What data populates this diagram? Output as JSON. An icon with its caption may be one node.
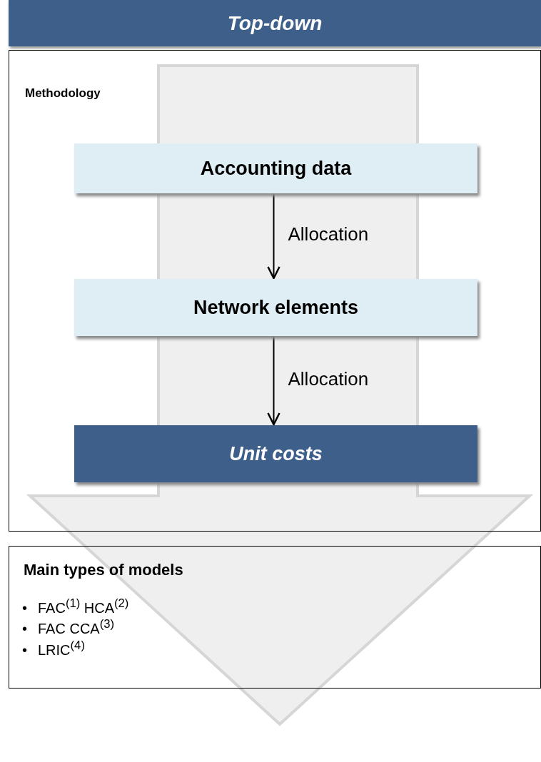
{
  "diagram": {
    "nodes": [
      {
        "text": [
          "Top-down"
        ]
      },
      {
        "text": [
          "Methodology"
        ]
      },
      {
        "text": [
          "Accounting data"
        ],
        "in": 1
      },
      {
        "text": [
          "Network elements"
        ],
        "in": 1
      },
      {
        "text": [
          "Unit costs"
        ],
        "in": 1
      },
      {
        "text": [
          "Main types of models",
          "FAC$^{(1)}$ HCA$^{(2)}$",
          "FAC CCA$^{(3)}$",
          "LRIC$^{(4)}$"
        ]
      }
    ],
    "edges": [
      {
        "from": 2,
        "to": 3,
        "arrow": "to",
        "label": "Allocation"
      },
      {
        "from": 3,
        "to": 4,
        "arrow": "to",
        "label": "Allocation"
      }
    ],
    "labels": [
      "•",
      "•",
      "•"
    ]
  }
}
